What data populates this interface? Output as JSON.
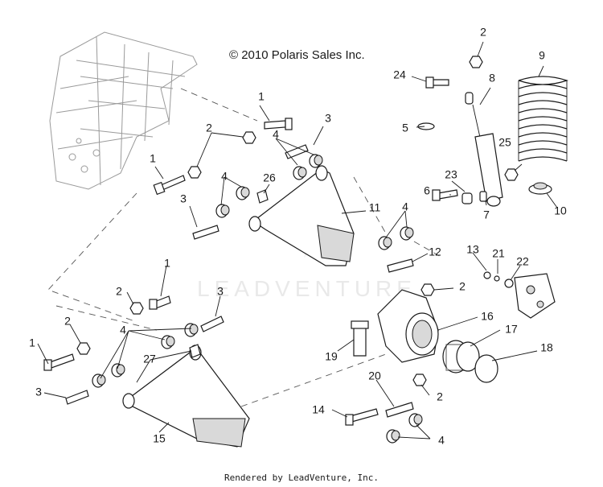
{
  "copyright": "© 2010 Polaris Sales Inc.",
  "watermark": "LEADVENTURE",
  "footer": "Rendered by LeadVenture, Inc.",
  "callouts": {
    "c1a": "1",
    "c1b": "1",
    "c1c": "1",
    "c1d": "1",
    "c2a": "2",
    "c2b": "2",
    "c2c": "2",
    "c2d": "2",
    "c2e": "2",
    "c2f": "2",
    "c3a": "3",
    "c3b": "3",
    "c3c": "3",
    "c3d": "3",
    "c4a": "4",
    "c4b": "4",
    "c4c": "4",
    "c4d": "4",
    "c4e": "4",
    "c5": "5",
    "c6": "6",
    "c7": "7",
    "c8": "8",
    "c9": "9",
    "c10": "10",
    "c11": "11",
    "c12": "12",
    "c13": "13",
    "c14": "14",
    "c15": "15",
    "c16": "16",
    "c17": "17",
    "c18": "18",
    "c19": "19",
    "c20": "20",
    "c21": "21",
    "c22": "22",
    "c23": "23",
    "c24": "24",
    "c25": "25",
    "c26": "26",
    "c27": "27"
  }
}
